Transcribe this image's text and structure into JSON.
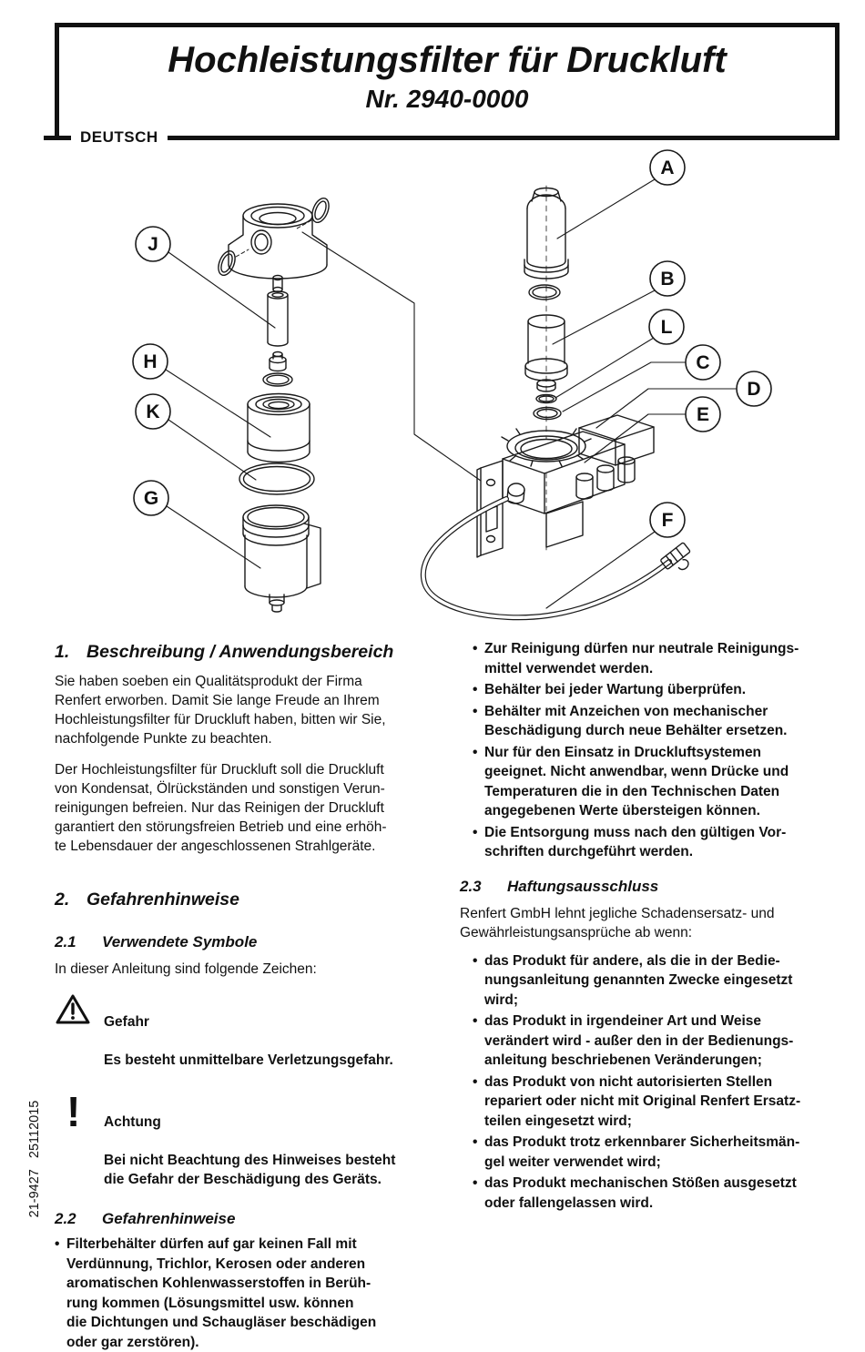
{
  "page": {
    "side_code": "21-9427   25112015"
  },
  "header": {
    "title": "Hochleistungsfilter für Druckluft",
    "subtitle": "Nr. 2940-0000",
    "language": "DEUTSCH"
  },
  "diagram": {
    "callouts": {
      "a": "A",
      "b": "B",
      "c": "C",
      "d": "D",
      "e": "E",
      "f": "F",
      "g": "G",
      "h": "H",
      "j": "J",
      "k": "K",
      "l": "L"
    }
  },
  "sections": {
    "s1": {
      "number": "1.",
      "title": "Beschreibung / Anwendungsbereich",
      "p1": "Sie haben soeben ein Qualitätsprodukt der Firma\nRenfert erworben. Damit Sie lange Freude an Ihrem\nHochleistungsfilter für Druckluft haben, bitten wir Sie,\nnachfolgende Punkte zu beachten.",
      "p2": "Der Hochleistungsfilter für Druckluft soll die Druckluft\nvon Kondensat, Ölrückständen und sonstigen Verun-\nreinigungen befreien. Nur das Reinigen der Druckluft\ngarantiert den störungsfreien Betrieb und eine erhöh-\nte Lebensdauer der angeschlossenen Strahlgeräte."
    },
    "s2": {
      "number": "2.",
      "title": "Gefahrenhinweise"
    },
    "s21": {
      "number": "2.1",
      "title": "Verwendete Symbole",
      "intro": "In dieser Anleitung sind folgende Zeichen:",
      "danger_title": "Gefahr",
      "danger_text": "Es besteht unmittelbare Verletzungsgefahr.",
      "caution_title": "Achtung",
      "caution_text": "Bei nicht Beachtung des Hinweises besteht\ndie Gefahr der Beschädigung des Geräts."
    },
    "s22": {
      "number": "2.2",
      "title": "Gefahrenhinweise",
      "bullets": [
        "Filterbehälter dürfen auf gar keinen Fall mit\nVerdünnung, Trichlor, Kerosen oder anderen\naromatischen Kohlenwasserstoffen in Berüh-\nrung kommen (Lösungsmittel usw. können\ndie Dichtungen und Schaugläser beschädigen\noder gar zerstören)."
      ]
    },
    "right_notes": {
      "bullets": [
        "Zur Reinigung dürfen nur neutrale Reinigungs-\nmittel verwendet werden.",
        "Behälter bei jeder Wartung überprüfen.",
        "Behälter mit Anzeichen von mechanischer\nBeschädigung durch neue Behälter ersetzen.",
        "Nur für den Einsatz in Druckluftsystemen\ngeeignet. Nicht anwendbar, wenn Drücke und\nTemperaturen die in den Technischen Daten\nangegebenen Werte übersteigen können.",
        "Die Entsorgung muss nach den gültigen Vor-\nschriften durchgeführt werden."
      ]
    },
    "s23": {
      "number": "2.3",
      "title": "Haftungsausschluss",
      "intro": "Renfert GmbH lehnt jegliche Schadensersatz- und\nGewährleistungsansprüche ab wenn:",
      "bullets": [
        "das Produkt für andere, als die in der Bedie-\nnungsanleitung genannten Zwecke eingesetzt\nwird;",
        "das Produkt in irgendeiner Art und Weise\nverändert wird - außer den in der Bedienungs-\nanleitung beschriebenen Veränderungen;",
        "das Produkt von nicht autorisierten Stellen\nrepariert oder nicht mit Original Renfert Ersatz-\nteilen eingesetzt wird;",
        "das Produkt trotz erkennbarer Sicherheitsmän-\ngel weiter verwendet wird;",
        "das Produkt mechanischen Stößen ausgesetzt\noder fallengelassen wird."
      ]
    }
  }
}
